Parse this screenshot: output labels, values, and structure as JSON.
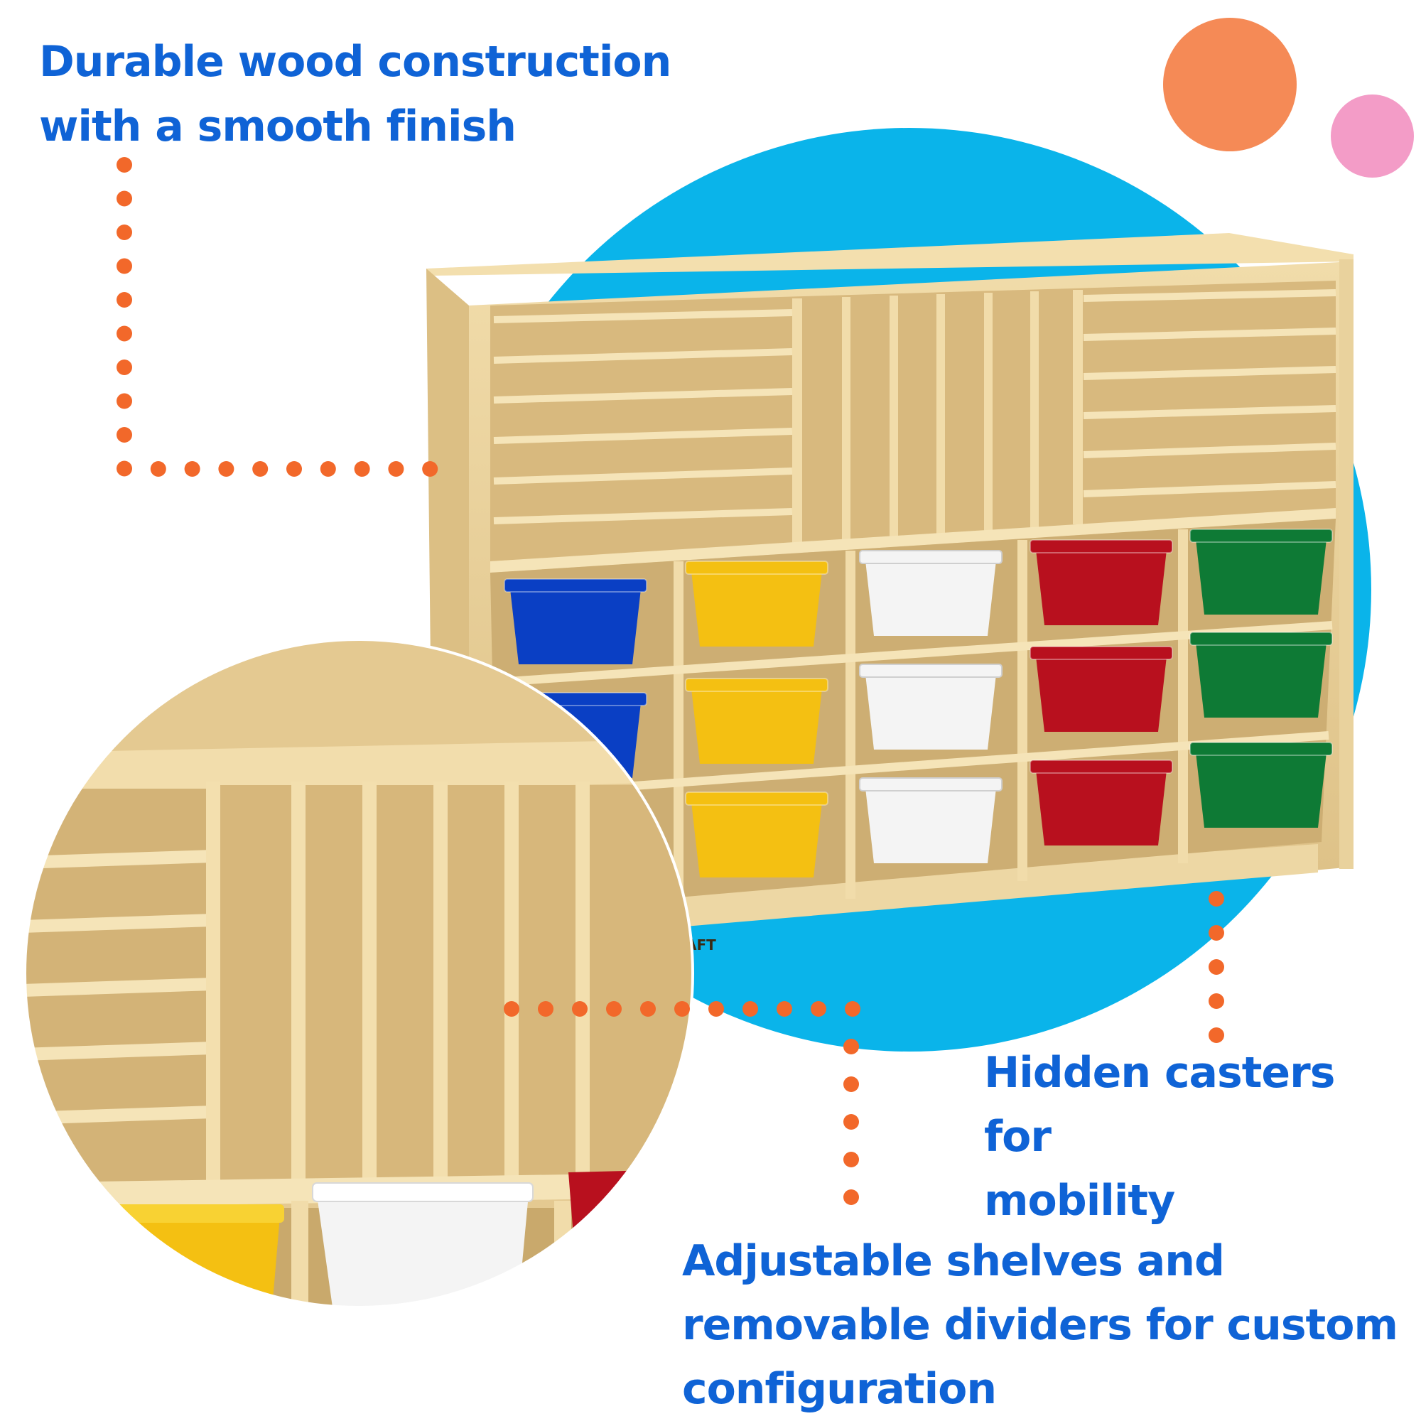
{
  "callouts": {
    "construction": {
      "line1": "Durable wood construction",
      "line2": "with a smooth finish"
    },
    "casters": {
      "line1": "Hidden casters for",
      "line2": "mobility"
    },
    "shelves": {
      "line1": "Adjustable shelves and",
      "line2": "removable dividers for custom",
      "line3": "configuration"
    }
  },
  "product": {
    "brand_mark": "AFT",
    "bin_colors": [
      "#0a3fc4",
      "#f4c012",
      "#f4f4f4",
      "#b8101e",
      "#0e7a35"
    ]
  },
  "colors": {
    "accent_text": "#0f63d6",
    "dots": "#f2682a",
    "circle_blue": "#0ab4ea",
    "circle_orange": "#f58a56",
    "circle_pink": "#f39cc7",
    "wood": "#e8cf98"
  }
}
